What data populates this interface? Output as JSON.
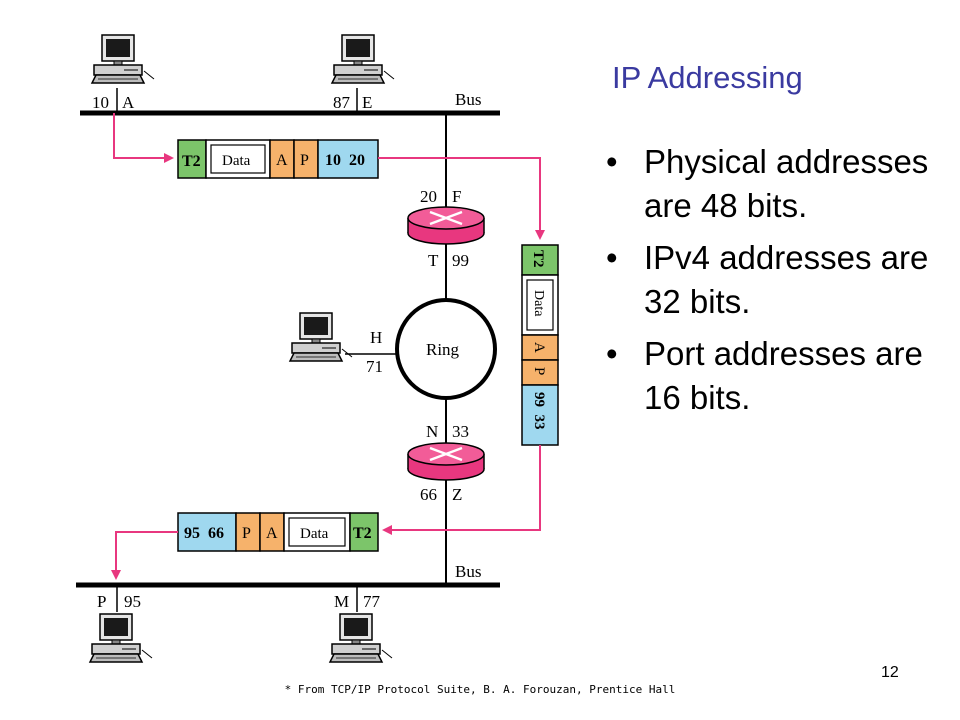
{
  "slide": {
    "title": "IP Addressing",
    "bullets": [
      "Physical addresses are 48 bits.",
      "IPv4 addresses are 32 bits.",
      "Port addresses are 16 bits."
    ],
    "page_number": "12",
    "credit": "* From TCP/IP Protocol Suite, B. A. Forouzan, Prentice Hall"
  },
  "diagram": {
    "bus_top_label": "Bus",
    "bus_bottom_label": "Bus",
    "ring_label": "Ring",
    "hosts": {
      "a": {
        "num": "10",
        "letter": "A"
      },
      "e": {
        "num": "87",
        "letter": "E"
      },
      "h": {
        "letter": "H",
        "num": "71"
      },
      "p": {
        "letter": "P",
        "num": "95"
      },
      "m": {
        "letter": "M",
        "num": "77"
      }
    },
    "router_top": {
      "top_num": "20",
      "top_letter": "F",
      "bottom_letter": "T",
      "bottom_num": "99"
    },
    "router_bottom": {
      "top_letter": "N",
      "top_num": "33",
      "bottom_num": "66",
      "bottom_letter": "Z"
    },
    "frames": {
      "top": {
        "trailer": "T2",
        "data": "Data",
        "a": "A",
        "p": "P",
        "addr": "10  20"
      },
      "vertical": {
        "trailer": "T2",
        "data": "Data",
        "a": "A",
        "p": "P",
        "addr": "99  33"
      },
      "bottom": {
        "addr": "95  66",
        "p": "P",
        "a": "A",
        "data": "Data",
        "trailer": "T2"
      }
    },
    "colors": {
      "trailer": "#7cc56a",
      "port": "#f6b26b",
      "address": "#9fd8ef",
      "arrow": "#e8377f",
      "router": "#e8377f",
      "title": "#3a3aa0"
    }
  }
}
